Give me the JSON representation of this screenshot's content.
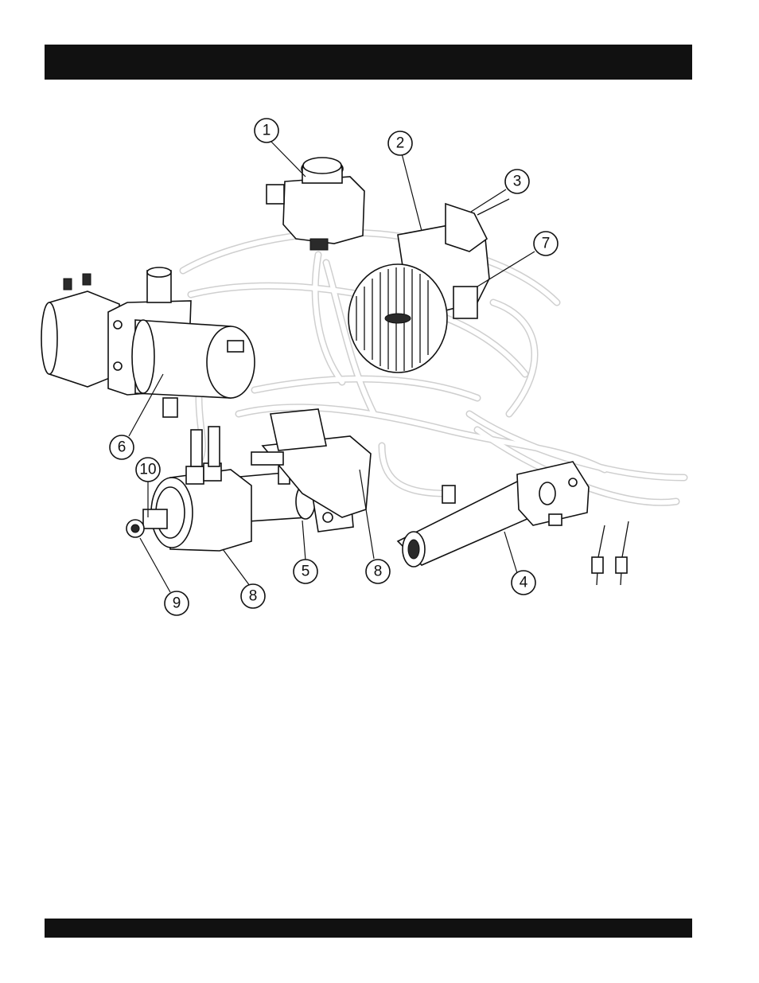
{
  "header": {
    "text": ""
  },
  "footer": {
    "text": ""
  },
  "callouts": [
    {
      "id": "callout-1",
      "label": "1"
    },
    {
      "id": "callout-2",
      "label": "2"
    },
    {
      "id": "callout-3",
      "label": "3"
    },
    {
      "id": "callout-7",
      "label": "7"
    },
    {
      "id": "callout-6",
      "label": "6"
    },
    {
      "id": "callout-10",
      "label": "10"
    },
    {
      "id": "callout-5",
      "label": "5"
    },
    {
      "id": "callout-8a",
      "label": "8"
    },
    {
      "id": "callout-8b",
      "label": "8"
    },
    {
      "id": "callout-9",
      "label": "9"
    },
    {
      "id": "callout-4",
      "label": "4"
    }
  ]
}
